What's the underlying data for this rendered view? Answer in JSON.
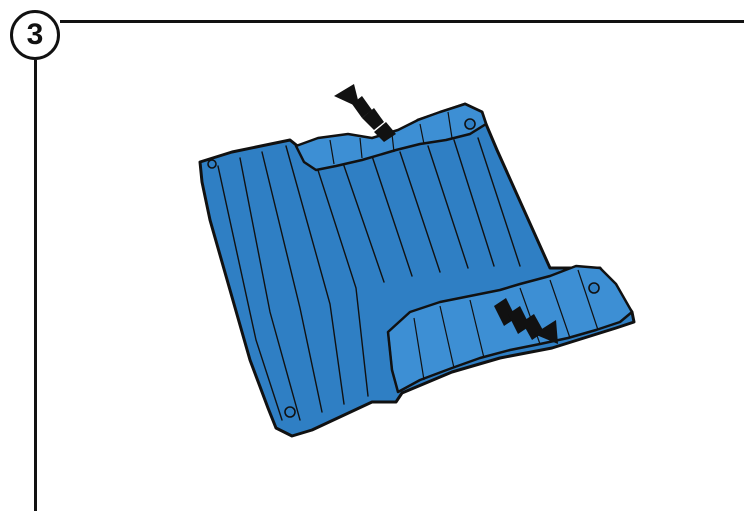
{
  "step": {
    "number": "3"
  },
  "illustration": {
    "subject": "folded-cover-mat",
    "mat_color": "#2f7fc4",
    "mat_highlight": "#3d8fd4",
    "mat_shadow": "#1f5f9a",
    "outline_color": "#111111",
    "arrow_color": "#111111",
    "arrows": [
      {
        "name": "unfold-back-arrow",
        "direction": "up-left"
      },
      {
        "name": "unfold-front-arrow",
        "direction": "down-right"
      }
    ]
  }
}
